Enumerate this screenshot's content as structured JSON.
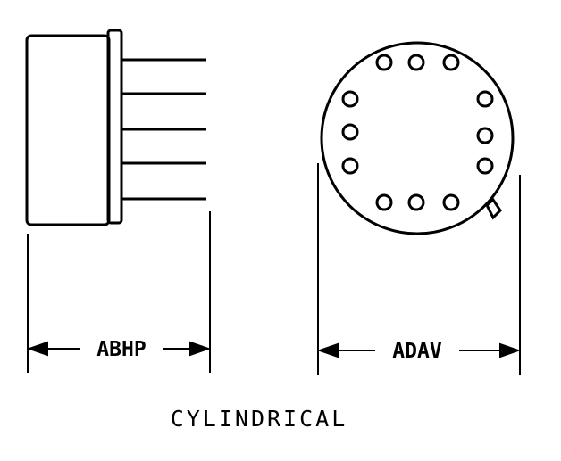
{
  "dimensions": {
    "side_width_label": "ABHP",
    "bottom_diameter_label": "ADAV"
  },
  "caption": "CYLINDRICAL",
  "colors": {
    "line": "#000000",
    "background": "#ffffff"
  }
}
